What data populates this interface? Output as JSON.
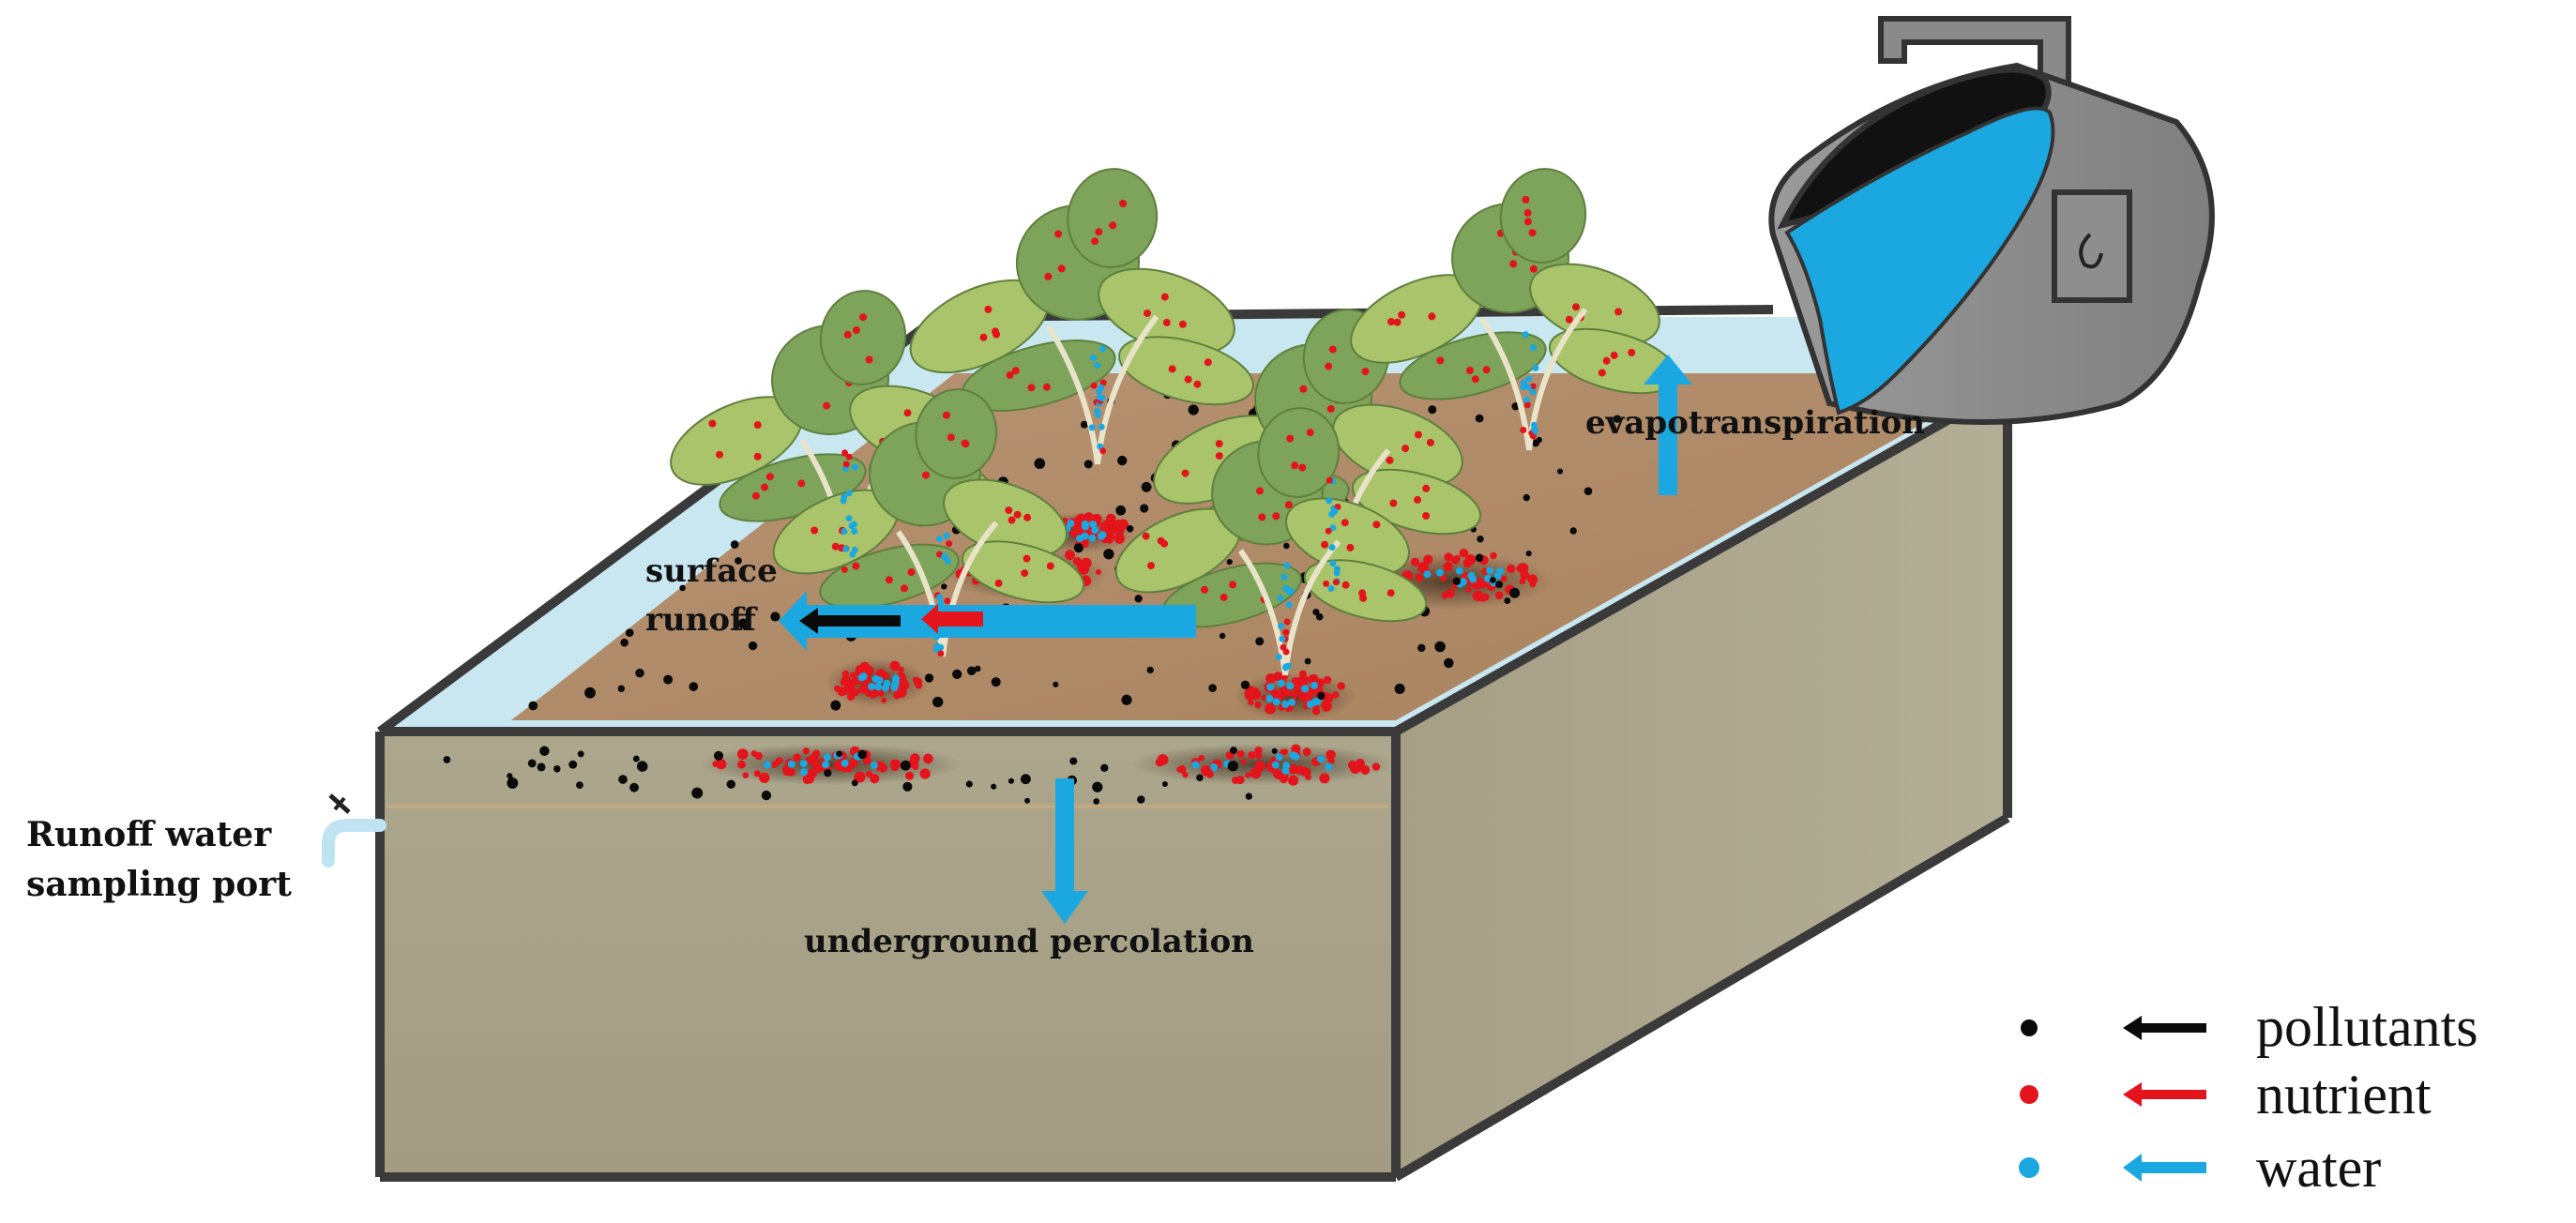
{
  "labels": {
    "surface_runoff_line1": "surface",
    "surface_runoff_line2": "runoff",
    "evapotranspiration": "evapotranspiration",
    "underground_percolation": "underground percolation",
    "sampling_port_line1": "Runoff water",
    "sampling_port_line2": "sampling port"
  },
  "legend": [
    {
      "label": "pollutants",
      "color": "#0a0a0a"
    },
    {
      "label": "nutrient",
      "color": "#e3141b"
    },
    {
      "label": "water",
      "color": "#1ba8e0"
    }
  ],
  "colors": {
    "water": "#1ba8e0",
    "nutrient": "#e3141b",
    "pollutant": "#0a0a0a",
    "soil_surface": "#b08a66",
    "soil_side": "#aaa48a",
    "frame": "#3a3a3a",
    "watering_can": "#8c8c8c",
    "leaf": "#a9c46a"
  }
}
